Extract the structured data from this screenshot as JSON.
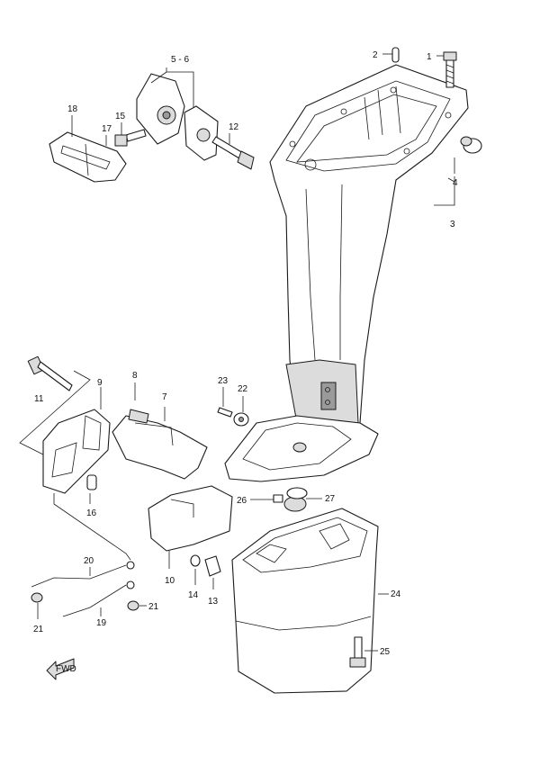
{
  "callouts": [
    {
      "id": "1",
      "text": "1"
    },
    {
      "id": "2",
      "text": "2"
    },
    {
      "id": "3",
      "text": "3"
    },
    {
      "id": "4",
      "text": "4"
    },
    {
      "id": "5-6",
      "text": "5 - 6"
    },
    {
      "id": "7",
      "text": "7"
    },
    {
      "id": "8",
      "text": "8"
    },
    {
      "id": "9",
      "text": "9"
    },
    {
      "id": "10",
      "text": "10"
    },
    {
      "id": "11a",
      "text": "11"
    },
    {
      "id": "11b",
      "text": "12"
    },
    {
      "id": "13",
      "text": "13"
    },
    {
      "id": "14",
      "text": "14"
    },
    {
      "id": "15",
      "text": "15"
    },
    {
      "id": "16",
      "text": "16"
    },
    {
      "id": "17",
      "text": "17"
    },
    {
      "id": "18",
      "text": "18"
    },
    {
      "id": "19",
      "text": "19"
    },
    {
      "id": "20",
      "text": "20"
    },
    {
      "id": "21a",
      "text": "21"
    },
    {
      "id": "21b",
      "text": "21"
    },
    {
      "id": "22",
      "text": "22"
    },
    {
      "id": "23",
      "text": "23"
    },
    {
      "id": "24",
      "text": "24"
    },
    {
      "id": "25",
      "text": "25"
    },
    {
      "id": "26",
      "text": "26"
    },
    {
      "id": "27",
      "text": "27"
    }
  ],
  "watermark": {
    "text": "FWD",
    "icon": "forward-arrow-icon"
  }
}
